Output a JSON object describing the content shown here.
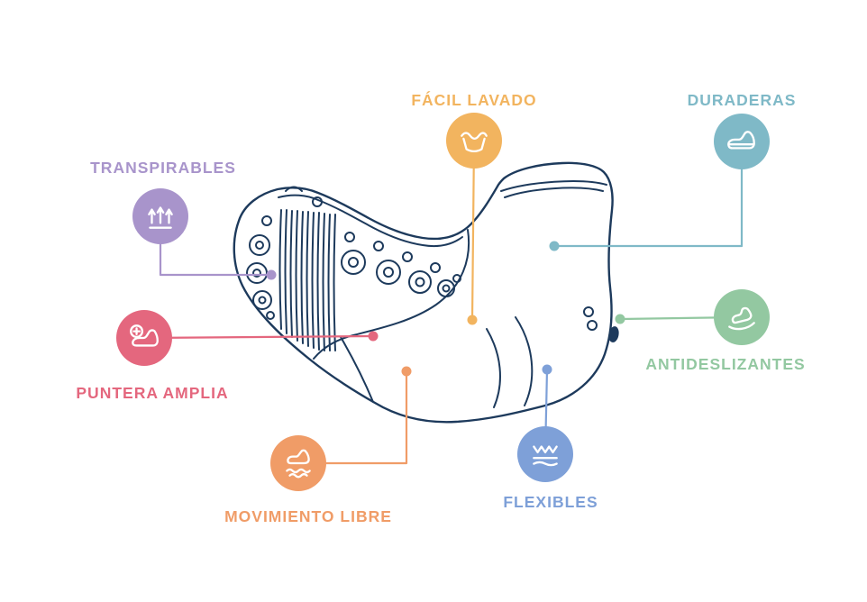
{
  "background_color": "#ffffff",
  "illustration": {
    "name": "baby-sock-shoe-line-drawing",
    "outline_color": "#1d3a5c"
  },
  "features": [
    {
      "id": "transpirables",
      "label": "TRANSPIRABLES",
      "color": "#a894cb",
      "icon": "breathable-arrows-icon"
    },
    {
      "id": "facil-lavado",
      "label": "FÁCIL LAVADO",
      "color": "#f2b45f",
      "icon": "easy-wash-tub-icon"
    },
    {
      "id": "duraderas",
      "label": "DURADERAS",
      "color": "#7fb9c7",
      "icon": "durable-shoe-icon"
    },
    {
      "id": "puntera-amplia",
      "label": "PUNTERA AMPLIA",
      "color": "#e4677e",
      "icon": "wide-toe-shoe-icon"
    },
    {
      "id": "antideslizantes",
      "label": "ANTIDESLIZANTES",
      "color": "#93c8a1",
      "icon": "anti-slip-icon"
    },
    {
      "id": "movimiento-libre",
      "label": "MOVIMIENTO LIBRE",
      "color": "#f09c67",
      "icon": "free-movement-foot-icon"
    },
    {
      "id": "flexibles",
      "label": "FLEXIBLES",
      "color": "#7ea0d8",
      "icon": "flexible-waves-icon"
    }
  ]
}
